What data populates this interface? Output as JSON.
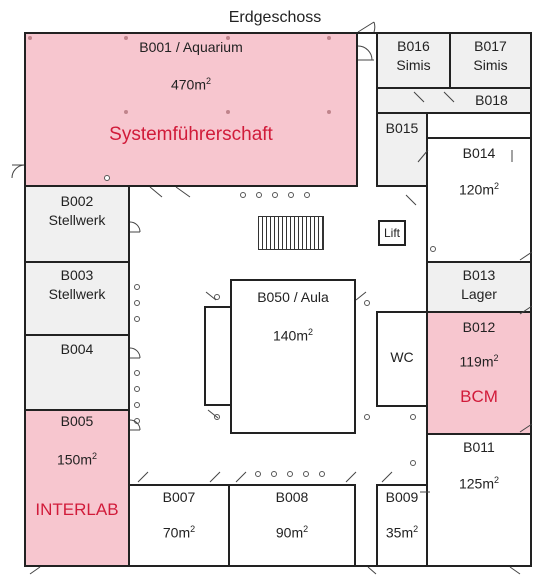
{
  "floor_title": "Erdgeschoss",
  "rooms": {
    "B001": {
      "name": "B001 / Aquarium",
      "area": "470m",
      "tag": "Systemführerschaft"
    },
    "B002": {
      "name": "B002",
      "sub": "Stellwerk"
    },
    "B003": {
      "name": "B003",
      "sub": "Stellwerk"
    },
    "B004": {
      "name": "B004"
    },
    "B005": {
      "name": "B005",
      "area": "150m",
      "tag": "INTERLAB"
    },
    "B007": {
      "name": "B007",
      "area": "70m"
    },
    "B008": {
      "name": "B008",
      "area": "90m"
    },
    "B009": {
      "name": "B009",
      "area": "35m"
    },
    "B011": {
      "name": "B011",
      "area": "125m"
    },
    "B012": {
      "name": "B012",
      "area": "119m",
      "tag": "BCM"
    },
    "B013": {
      "name": "B013",
      "sub": "Lager"
    },
    "B014": {
      "name": "B014",
      "area": "120m"
    },
    "B015": {
      "name": "B015"
    },
    "B016": {
      "name": "B016",
      "sub": "Simis"
    },
    "B017": {
      "name": "B017",
      "sub": "Simis"
    },
    "B018": {
      "name": "B018"
    },
    "B050": {
      "name": "B050 / Aula",
      "area": "140m"
    },
    "WC": {
      "name": "WC"
    },
    "Lift": {
      "name": "Lift"
    }
  },
  "unit_superscript": "2",
  "colors": {
    "highlight_fill": "#f7c6cf",
    "highlight_text": "#d11b3a",
    "utility_fill": "#f0f0f0",
    "wall": "#222222"
  }
}
